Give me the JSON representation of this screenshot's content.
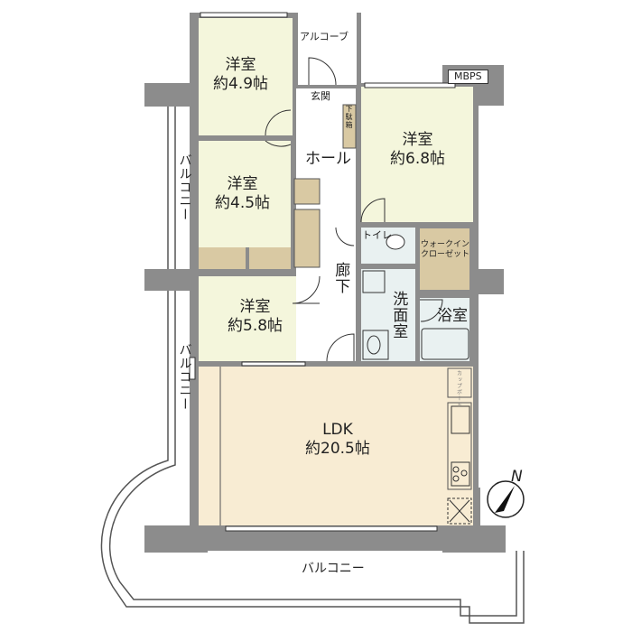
{
  "rooms": {
    "western1": {
      "name": "洋室",
      "size": "約4.9帖"
    },
    "western2": {
      "name": "洋室",
      "size": "約4.5帖"
    },
    "western3": {
      "name": "洋室",
      "size": "約5.8帖"
    },
    "western4": {
      "name": "洋室",
      "size": "約6.8帖"
    },
    "ldk": {
      "name": "LDK",
      "size": "約20.5帖"
    },
    "alcove": "アルコーブ",
    "entrance": "玄関",
    "shoe_box": "下駄箱",
    "hall": "ホール",
    "corridor": "廊下",
    "toilet": "トイレ",
    "walk_in_closet": "ウォークイン\nクローゼット",
    "washroom": "洗面室",
    "bathroom": "浴室",
    "cupboard": "カップボード",
    "mbps": "MBPS",
    "balcony_left_upper": "バルコニー",
    "balcony_left_lower": "バルコニー",
    "balcony_bottom": "バルコニー"
  },
  "compass": {
    "label": "N"
  },
  "colors": {
    "wall": "#8c8c8c",
    "western_floor": "#f4f6dc",
    "ldk_floor": "#f8ecd3",
    "storage_floor": "#d9c9a3",
    "wet_floor": "#e9f1f1"
  }
}
